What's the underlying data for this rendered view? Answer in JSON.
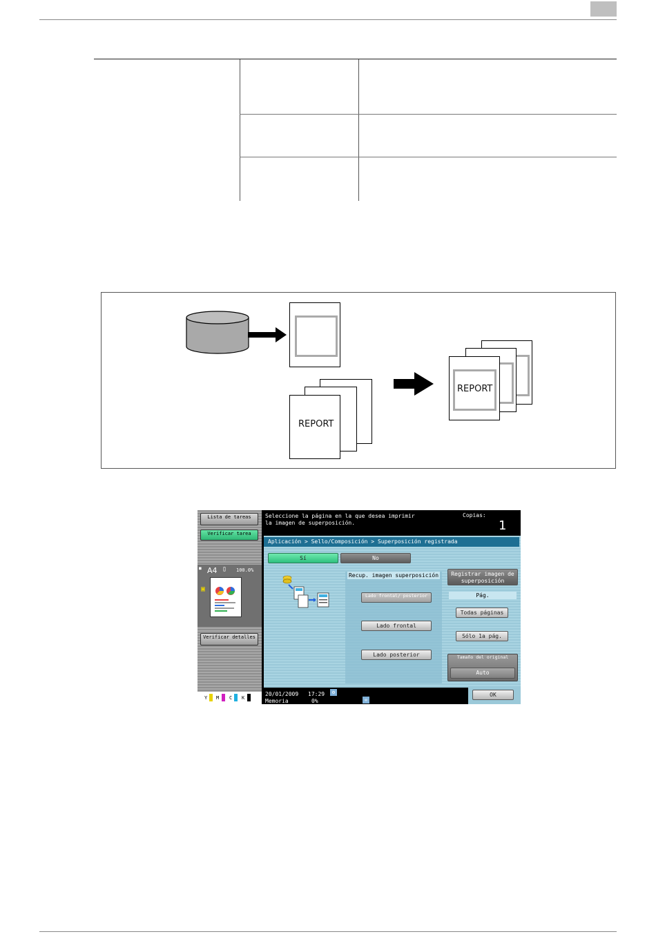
{
  "figure": {
    "report_label_1": "REPORT",
    "report_label_2": "REPORT"
  },
  "screen": {
    "instruction_line1": "Seleccione la página en la que desea imprimir",
    "instruction_line2": "la imagen de superposición.",
    "copies_label": "Copias:",
    "copies_value": "1",
    "left": {
      "job_list_label": "Lista de tareas",
      "verify_job_label": "Verificar tarea",
      "paper_size": "A4",
      "zoom": "100.0%",
      "verify_details_label": "Verificar detalles",
      "toner": [
        "Y",
        "M",
        "C",
        "K"
      ]
    },
    "breadcrumb": "Aplicación > Sello/Composición > Superposición registrada",
    "yes_label": "Sí",
    "no_label": "No",
    "recall_header": "Recup. imagen superposición",
    "front_back_label": "Lado frontal/ posterior",
    "front_label": "Lado frontal",
    "back_label": "Lado posterior",
    "register_label": "Registrar imagen de superposición",
    "page_label": "Pág.",
    "all_pages_label": "Todas páginas",
    "first_page_label": "Sólo 1a pág.",
    "original_size_label": "Tamaño del original",
    "auto_label": "Auto",
    "ok_label": "OK",
    "date": "20/01/2009",
    "time": "17:29",
    "memory_label": "Memoria",
    "memory_value": "0%",
    "colors": {
      "green_button": "#3fd08c",
      "panel_blue": "#a9d4e2",
      "breadcrumb_bar": "#1e6f93"
    }
  }
}
